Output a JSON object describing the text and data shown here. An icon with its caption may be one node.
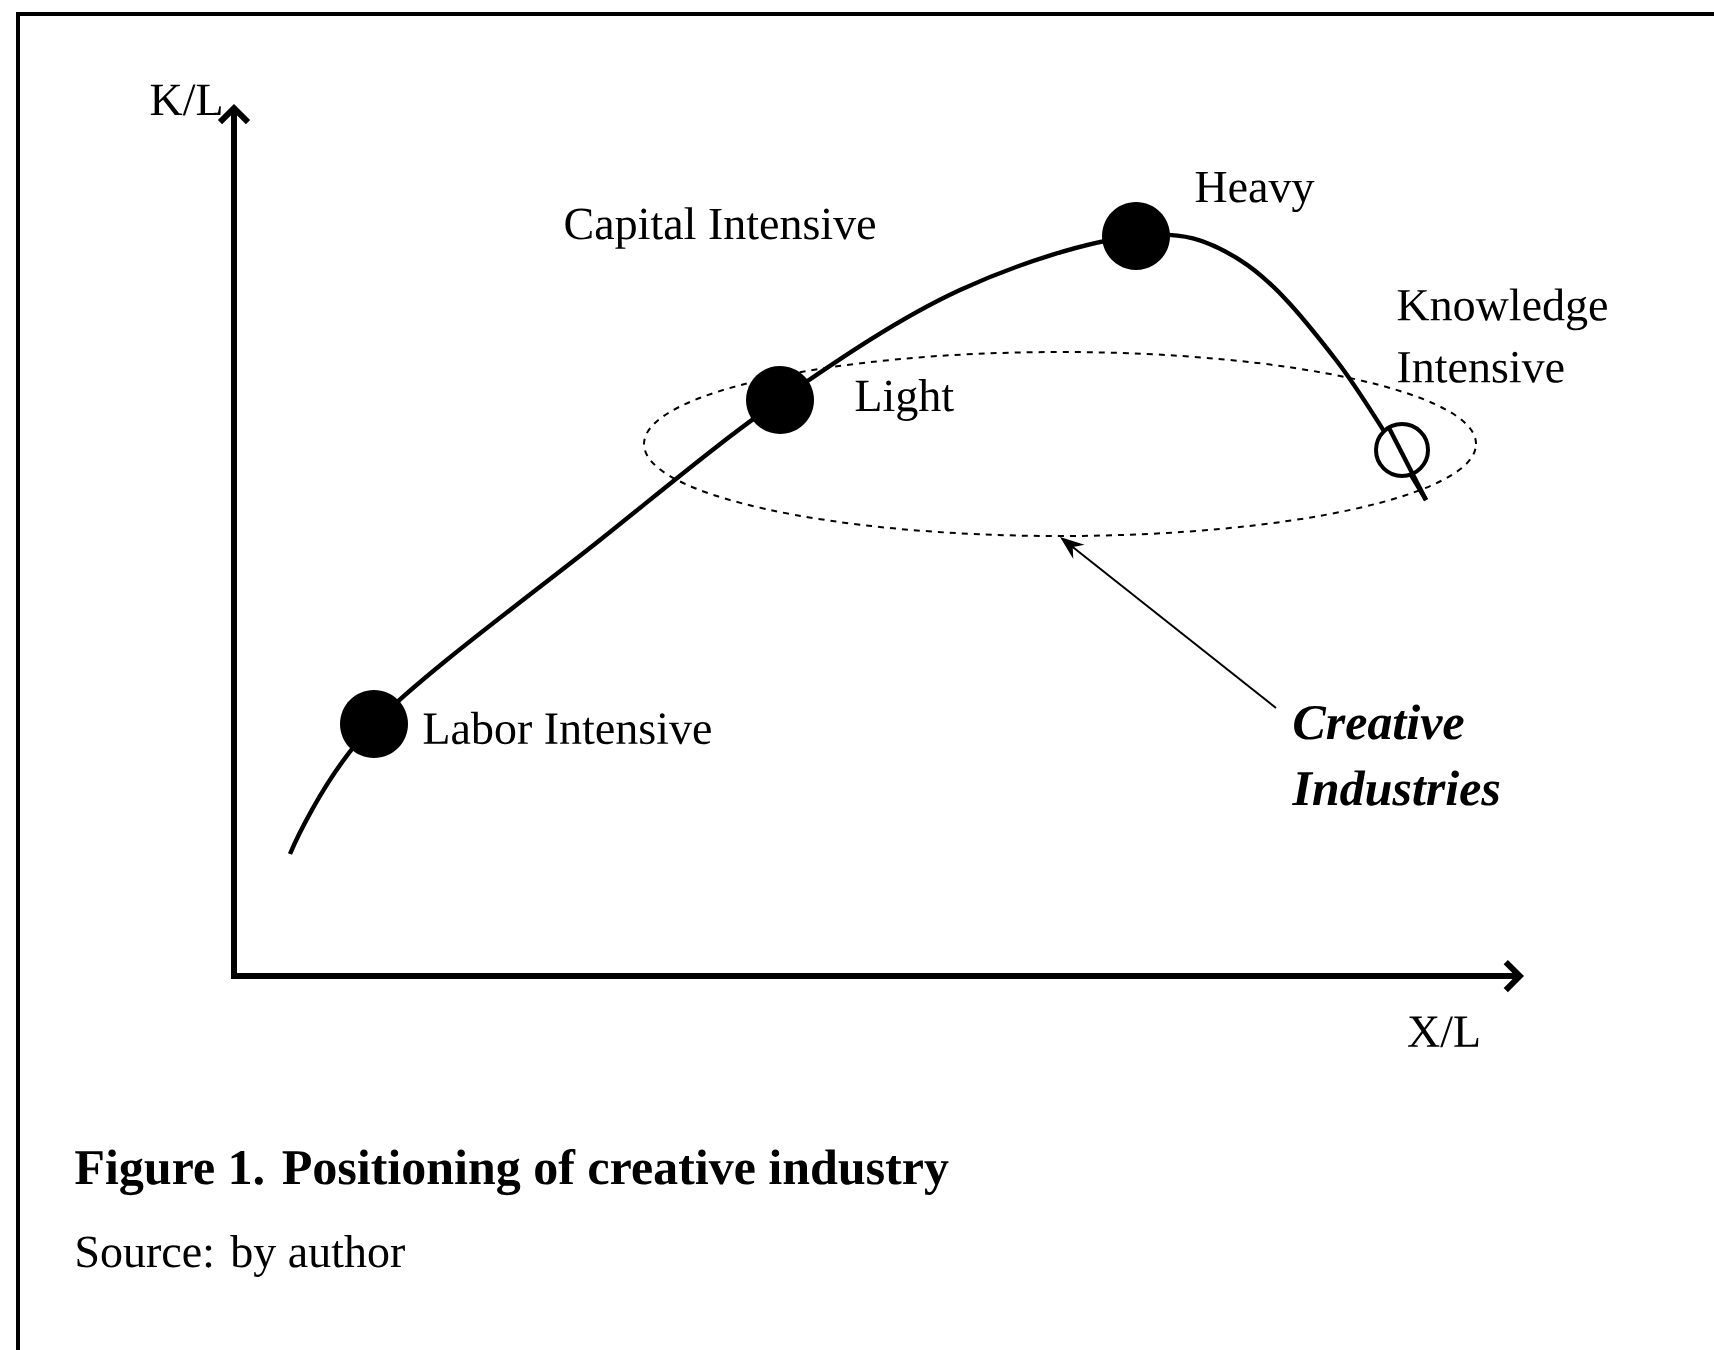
{
  "diagram": {
    "caption": "Figure 1. Positioning of creative industry",
    "nodes": [
      {
        "text": [],
        "shape": "ellipse"
      },
      {
        "text": [
          "Creative Industries"
        ]
      }
    ],
    "edges": [
      {
        "from": 1,
        "to": 0,
        "arrow": "to"
      }
    ],
    "labels": [
      "K/L",
      "Capital Intensive",
      "Heavy",
      "Knowledge Intensive",
      "Light",
      "Labor Intensive",
      "X/L",
      "Source: by author"
    ]
  }
}
